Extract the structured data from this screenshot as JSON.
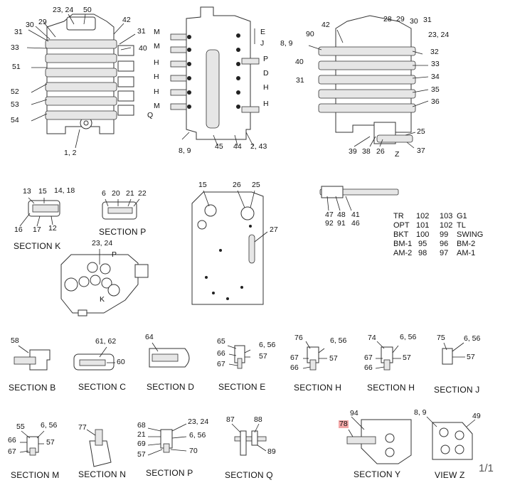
{
  "callouts": [
    {
      "text": "23, 24"
    },
    {
      "text": "50"
    },
    {
      "text": "42"
    },
    {
      "text": "31"
    },
    {
      "text": "30"
    },
    {
      "text": "29"
    },
    {
      "text": "31"
    },
    {
      "text": "33"
    },
    {
      "text": "40"
    },
    {
      "text": "51"
    },
    {
      "text": "52"
    },
    {
      "text": "53"
    },
    {
      "text": "54"
    },
    {
      "text": "1, 2"
    },
    {
      "text": "M"
    },
    {
      "text": "M"
    },
    {
      "text": "H"
    },
    {
      "text": "H"
    },
    {
      "text": "H"
    },
    {
      "text": "M"
    },
    {
      "text": "Q"
    },
    {
      "text": "E"
    },
    {
      "text": "J"
    },
    {
      "text": "P"
    },
    {
      "text": "D"
    },
    {
      "text": "H"
    },
    {
      "text": "H"
    },
    {
      "text": "8, 9"
    },
    {
      "text": "45"
    },
    {
      "text": "44"
    },
    {
      "text": "2, 43"
    },
    {
      "text": "8, 9"
    },
    {
      "text": "90"
    },
    {
      "text": "42"
    },
    {
      "text": "28"
    },
    {
      "text": "29"
    },
    {
      "text": "30"
    },
    {
      "text": "31"
    },
    {
      "text": "23, 24"
    },
    {
      "text": "32"
    },
    {
      "text": "40"
    },
    {
      "text": "33"
    },
    {
      "text": "34"
    },
    {
      "text": "31"
    },
    {
      "text": "35"
    },
    {
      "text": "36"
    },
    {
      "text": "25"
    },
    {
      "text": "39"
    },
    {
      "text": "38"
    },
    {
      "text": "26"
    },
    {
      "text": "Z"
    },
    {
      "text": "37"
    },
    {
      "text": "13"
    },
    {
      "text": "15"
    },
    {
      "text": "14, 18"
    },
    {
      "text": "16"
    },
    {
      "text": "17"
    },
    {
      "text": "12"
    },
    {
      "text": "6"
    },
    {
      "text": "20"
    },
    {
      "text": "21"
    },
    {
      "text": "22"
    },
    {
      "text": "23, 24"
    },
    {
      "text": "P"
    },
    {
      "text": "K"
    },
    {
      "text": "15"
    },
    {
      "text": "26"
    },
    {
      "text": "25"
    },
    {
      "text": "27"
    },
    {
      "text": "47"
    },
    {
      "text": "48"
    },
    {
      "text": "41"
    },
    {
      "text": "92"
    },
    {
      "text": "91"
    },
    {
      "text": "46"
    },
    {
      "text": "58"
    },
    {
      "text": "61, 62"
    },
    {
      "text": "60"
    },
    {
      "text": "64"
    },
    {
      "text": "65"
    },
    {
      "text": "6, 56"
    },
    {
      "text": "66"
    },
    {
      "text": "57"
    },
    {
      "text": "67"
    },
    {
      "text": "76"
    },
    {
      "text": "6, 56"
    },
    {
      "text": "67"
    },
    {
      "text": "57"
    },
    {
      "text": "66"
    },
    {
      "text": "74"
    },
    {
      "text": "6, 56"
    },
    {
      "text": "67"
    },
    {
      "text": "57"
    },
    {
      "text": "66"
    },
    {
      "text": "75"
    },
    {
      "text": "6, 56"
    },
    {
      "text": "57"
    },
    {
      "text": "55"
    },
    {
      "text": "6, 56"
    },
    {
      "text": "66"
    },
    {
      "text": "57"
    },
    {
      "text": "67"
    },
    {
      "text": "77"
    },
    {
      "text": "68"
    },
    {
      "text": "23, 24"
    },
    {
      "text": "21"
    },
    {
      "text": "6, 56"
    },
    {
      "text": "69"
    },
    {
      "text": "57"
    },
    {
      "text": "70"
    },
    {
      "text": "87"
    },
    {
      "text": "88"
    },
    {
      "text": "89"
    },
    {
      "text": "94"
    },
    {
      "text": "78"
    },
    {
      "text": "8, 9"
    },
    {
      "text": "49"
    }
  ],
  "sections": [
    {
      "text": "SECTION  K"
    },
    {
      "text": "SECTION  P"
    },
    {
      "text": "SECTION  B"
    },
    {
      "text": "SECTION  C"
    },
    {
      "text": "SECTION  D"
    },
    {
      "text": "SECTION  E"
    },
    {
      "text": "SECTION  H"
    },
    {
      "text": "SECTION  H"
    },
    {
      "text": "SECTION  J"
    },
    {
      "text": "SECTION  M"
    },
    {
      "text": "SECTION  N"
    },
    {
      "text": "SECTION  P"
    },
    {
      "text": "SECTION  Q"
    },
    {
      "text": "SECTION  Y"
    },
    {
      "text": "VIEW  Z"
    }
  ],
  "spool_table": [
    {
      "name": "TR",
      "num": "102",
      "num2": "103",
      "name2": "G1"
    },
    {
      "name": "OPT",
      "num": "101",
      "num2": "102",
      "name2": "TL"
    },
    {
      "name": "BKT",
      "num": "100",
      "num2": "99",
      "name2": "SWING"
    },
    {
      "name": "BM-1",
      "num": "95",
      "num2": "96",
      "name2": "BM-2"
    },
    {
      "name": "AM-2",
      "num": "98",
      "num2": "97",
      "name2": "AM-1"
    }
  ],
  "page_indicator": "1/1",
  "highlight_color": "#f3a6a6"
}
